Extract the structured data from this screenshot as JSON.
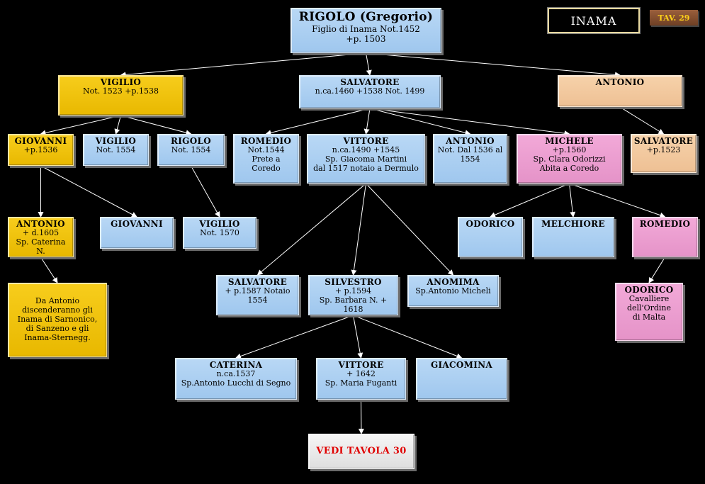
{
  "header": {
    "family": "INAMA",
    "table": "TAV. 29"
  },
  "nodes": [
    {
      "id": "rigolo-gregorio",
      "name": "RIGOLO (Gregorio)",
      "lines": [
        "Figlio di Inama Not.1452",
        "+p. 1503"
      ]
    },
    {
      "id": "vigilio-1",
      "name": "VIGILIO",
      "lines": [
        "Not. 1523  +p.1538"
      ]
    },
    {
      "id": "salvatore-1",
      "name": "SALVATORE",
      "lines": [
        "n.ca.1460 +1538 Not. 1499"
      ]
    },
    {
      "id": "antonio-1",
      "name": "ANTONIO",
      "lines": []
    },
    {
      "id": "giovanni-1",
      "name": "GIOVANNI",
      "lines": [
        "+p.1536"
      ]
    },
    {
      "id": "vigilio-2",
      "name": "VIGILIO",
      "lines": [
        "Not. 1554"
      ]
    },
    {
      "id": "rigolo-2",
      "name": "RIGOLO",
      "lines": [
        "Not. 1554"
      ]
    },
    {
      "id": "romedio-1",
      "name": "ROMEDIO",
      "lines": [
        "Not.1544",
        "Prete a",
        "Coredo"
      ]
    },
    {
      "id": "vittore-1",
      "name": "VITTORE",
      "lines": [
        "n.ca.1490 +1545",
        "Sp. Giacoma Martini",
        "dal 1517 notaio a Dermulo"
      ]
    },
    {
      "id": "antonio-2",
      "name": "ANTONIO",
      "lines": [
        "Not. Dal 1536 al",
        "1554"
      ]
    },
    {
      "id": "michele",
      "name": "MICHELE",
      "lines": [
        "+p.1560",
        "Sp. Clara Odorizzi",
        "Abita a Coredo"
      ]
    },
    {
      "id": "salvatore-2",
      "name": "SALVATORE",
      "lines": [
        "+p.1523"
      ]
    },
    {
      "id": "antonio-3",
      "name": "ANTONIO",
      "lines": [
        "+ d.1605",
        "Sp. Caterina N."
      ]
    },
    {
      "id": "giovanni-2",
      "name": "GIOVANNI",
      "lines": []
    },
    {
      "id": "vigilio-3",
      "name": "VIGILIO",
      "lines": [
        "Not. 1570"
      ]
    },
    {
      "id": "odorico-1",
      "name": "ODORICO",
      "lines": []
    },
    {
      "id": "melchiore",
      "name": "MELCHIORE",
      "lines": []
    },
    {
      "id": "romedio-2",
      "name": "ROMEDIO",
      "lines": []
    },
    {
      "id": "antonio-note",
      "name": "",
      "lines": [
        "Da Antonio",
        "discenderanno gli",
        "Inama di Sarnonico,",
        "di Sanzeno e gli",
        "Inama-Sternegg."
      ]
    },
    {
      "id": "salvatore-3",
      "name": "SALVATORE",
      "lines": [
        "+ p.1587 Notaio",
        "1554"
      ]
    },
    {
      "id": "silvestro",
      "name": "SILVESTRO",
      "lines": [
        "+ p.1594",
        "Sp. Barbara N. + 1618"
      ]
    },
    {
      "id": "anomima",
      "name": "ANOMIMA",
      "lines": [
        "Sp.Antonio Micheli"
      ]
    },
    {
      "id": "odorico-2",
      "name": "ODORICO",
      "lines": [
        "Cavalliere",
        "dell'Ordine",
        "di Malta"
      ]
    },
    {
      "id": "caterina",
      "name": "CATERINA",
      "lines": [
        "n.ca.1537",
        "Sp.Antonio Lucchi di Segno"
      ]
    },
    {
      "id": "vittore-2",
      "name": "VITTORE",
      "lines": [
        "+ 1642",
        "Sp. Maria Fuganti"
      ]
    },
    {
      "id": "giacomina",
      "name": "GIACOMINA",
      "lines": []
    },
    {
      "id": "vedi-tavola",
      "name": "VEDI TAVOLA  30",
      "lines": []
    }
  ],
  "edges": [
    [
      "rigolo-gregorio",
      "vigilio-1"
    ],
    [
      "rigolo-gregorio",
      "salvatore-1"
    ],
    [
      "rigolo-gregorio",
      "antonio-1"
    ],
    [
      "vigilio-1",
      "giovanni-1"
    ],
    [
      "vigilio-1",
      "vigilio-2"
    ],
    [
      "vigilio-1",
      "rigolo-2"
    ],
    [
      "salvatore-1",
      "romedio-1"
    ],
    [
      "salvatore-1",
      "vittore-1"
    ],
    [
      "salvatore-1",
      "antonio-2"
    ],
    [
      "salvatore-1",
      "michele"
    ],
    [
      "antonio-1",
      "salvatore-2"
    ],
    [
      "giovanni-1",
      "antonio-3"
    ],
    [
      "giovanni-1",
      "giovanni-2"
    ],
    [
      "rigolo-2",
      "vigilio-3"
    ],
    [
      "michele",
      "odorico-1"
    ],
    [
      "michele",
      "melchiore"
    ],
    [
      "michele",
      "romedio-2"
    ],
    [
      "antonio-3",
      "antonio-note"
    ],
    [
      "vittore-1",
      "salvatore-3"
    ],
    [
      "vittore-1",
      "silvestro"
    ],
    [
      "vittore-1",
      "anomima"
    ],
    [
      "romedio-2",
      "odorico-2"
    ],
    [
      "silvestro",
      "caterina"
    ],
    [
      "silvestro",
      "vittore-2"
    ],
    [
      "silvestro",
      "giacomina"
    ],
    [
      "vittore-2",
      "vedi-tavola"
    ]
  ]
}
